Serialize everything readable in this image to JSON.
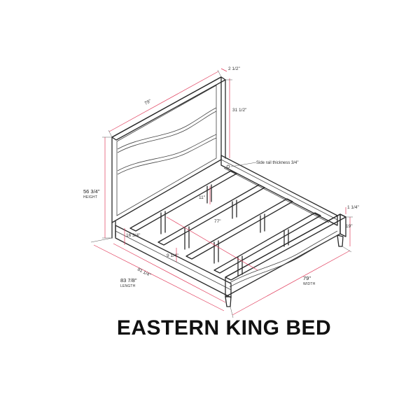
{
  "title": "EASTERN KING BED",
  "dimensions": {
    "headboard_width": "79\"",
    "headboard_thickness": "2 1/2\"",
    "headboard_panel_height": "31 1/2\"",
    "side_rail_note": "Side rail thickness 3/4\"",
    "height_value": "56 3/4\"",
    "height_label": "HEIGHT",
    "slat_clearance": "11\"",
    "inner_length": "77\"",
    "rail_height_low": "16 3/4\"",
    "rail_height_small": "9 1/4\"",
    "side_length": "81 1/4\"",
    "length_value": "83 7/8\"",
    "length_label": "LENGTH",
    "footboard_top": "1 1/4\"",
    "footboard_height": "19\"",
    "width_value": "79\"",
    "width_label": "WIDTH"
  }
}
